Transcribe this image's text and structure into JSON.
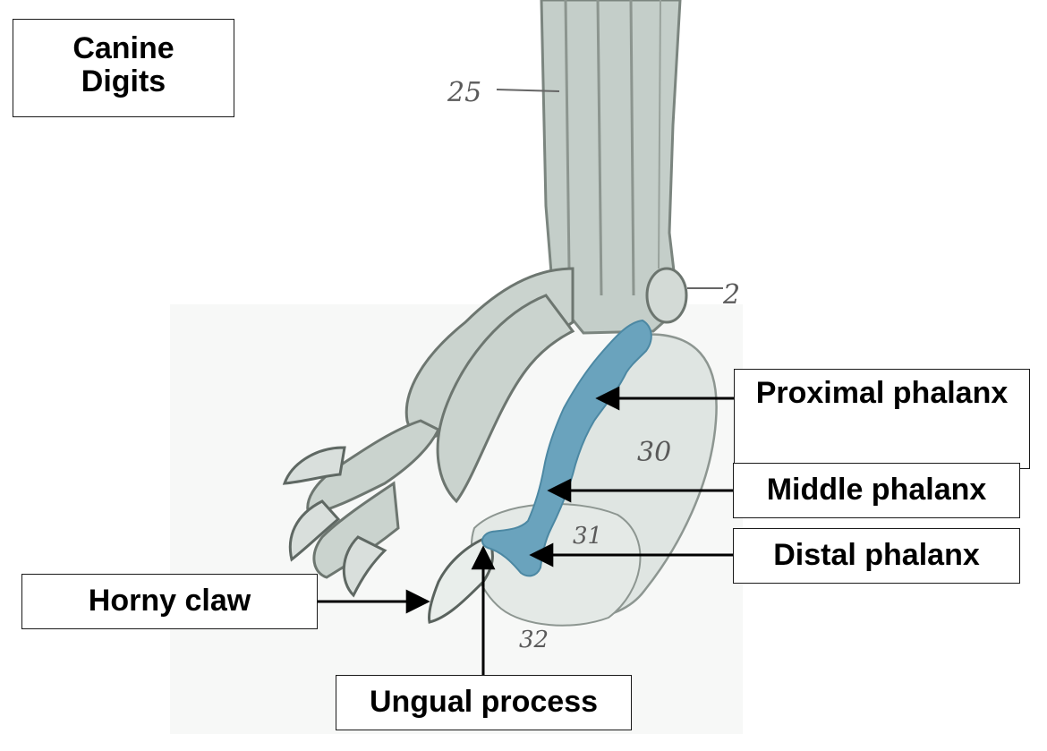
{
  "title": "Canine\nDigits",
  "labels": {
    "proximal": "Proximal phalanx",
    "middle": "Middle phalanx",
    "distal": "Distal phalanx",
    "horny_claw": "Horny claw",
    "ungual": "Ungual process"
  },
  "figure_numbers": {
    "n25": "25",
    "n2": "2",
    "n30": "30",
    "n31": "31",
    "n32": "32"
  },
  "colors": {
    "highlight": "#6aa3bd",
    "bone": "#c9d1cc",
    "ink": "#555b57"
  }
}
